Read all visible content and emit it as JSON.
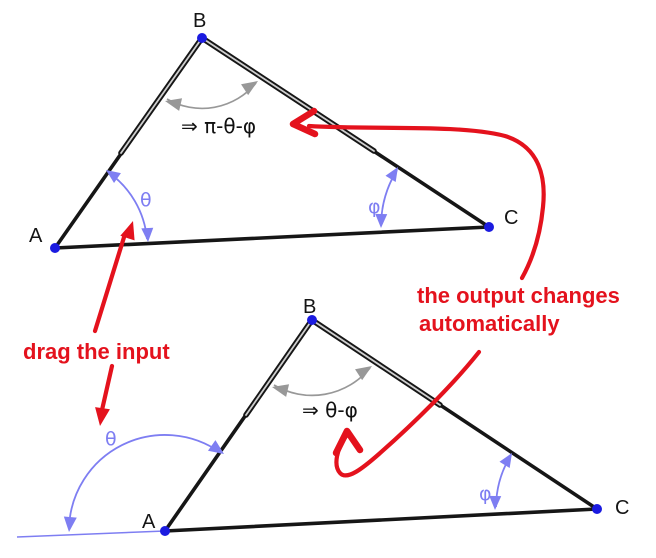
{
  "colors": {
    "red": "#e4121d",
    "peri": "#7e7ef2",
    "gray": "#989898",
    "black": "#161616",
    "pt": "#1b1be0"
  },
  "top_figure": {
    "vertex_a": "A",
    "vertex_b": "B",
    "vertex_c": "C",
    "theta": "θ",
    "phi": "φ",
    "formula": "⇒ π-θ-φ"
  },
  "bottom_figure": {
    "vertex_a": "A",
    "vertex_b": "B",
    "vertex_c": "C",
    "theta": "θ",
    "phi": "φ",
    "formula": "⇒ θ-φ"
  },
  "annotations": {
    "drag_input": "drag the input",
    "output_line1": "the output changes",
    "output_line2": "automatically"
  }
}
